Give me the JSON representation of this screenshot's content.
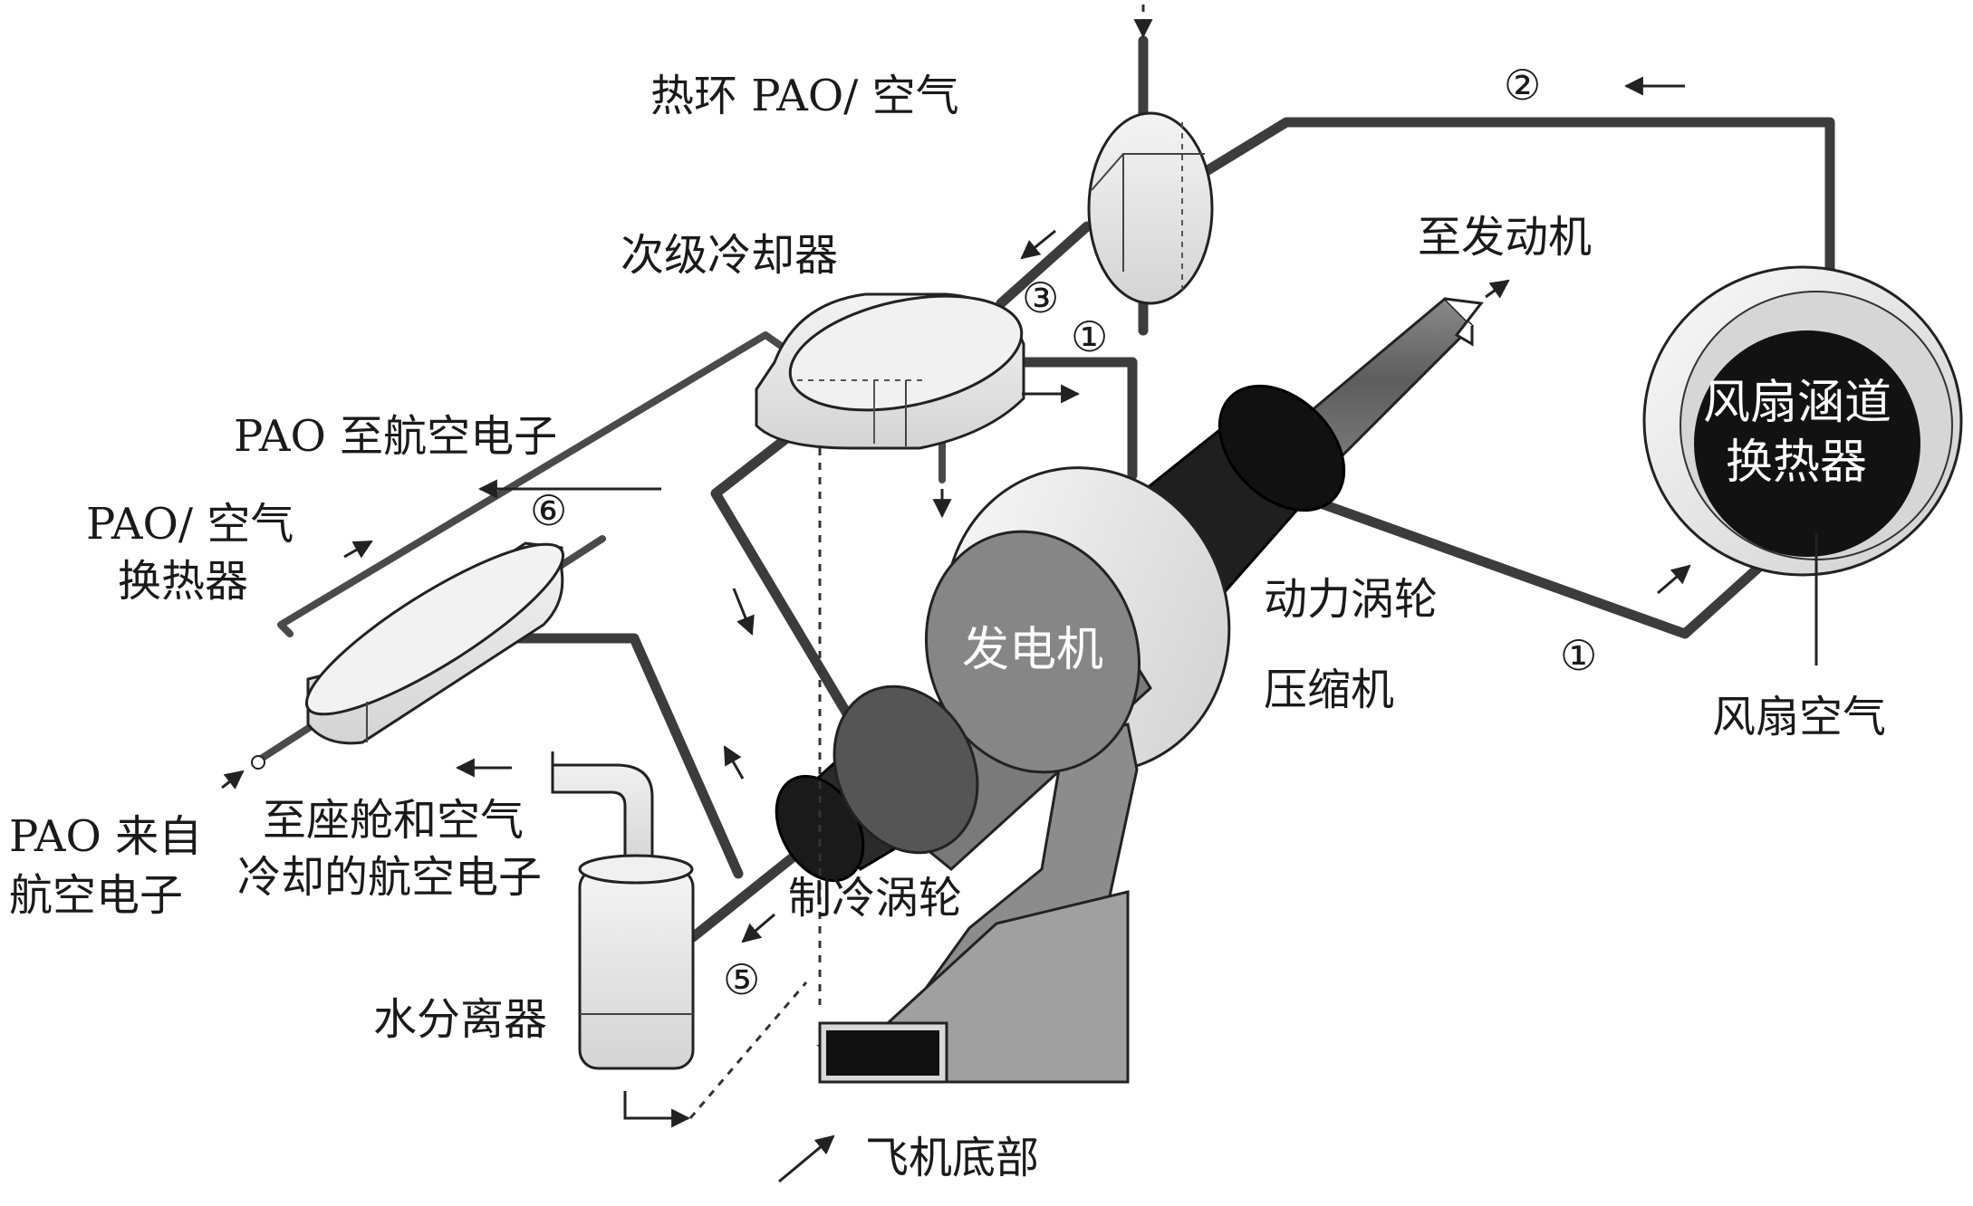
{
  "labels": {
    "hot_loop": "热环 PAO/ 空气",
    "secondary_cooler": "次级冷却器",
    "to_engine": "至发动机",
    "fan_hx_line1": "风扇涵道",
    "fan_hx_line2": "换热器",
    "pao_to_avionics": "PAO 至航空电子",
    "pao_air_hx_line1": "PAO/ 空气",
    "pao_air_hx_line2": "换热器",
    "generator": "发电机",
    "power_turbine": "动力涡轮",
    "compressor": "压缩机",
    "fan_air": "风扇空气",
    "pao_from_line1": "PAO 来自",
    "pao_from_line2": "航空电子",
    "to_cockpit_line1": "至座舱和空气",
    "to_cockpit_line2": "冷却的航空电子",
    "cooling_turbine": "制冷涡轮",
    "water_separator": "水分离器",
    "aircraft_bottom": "飞机底部"
  },
  "markers": {
    "m1a": "①",
    "m1b": "①",
    "m2": "②",
    "m3": "③",
    "m5": "⑤",
    "m6": "⑥"
  }
}
